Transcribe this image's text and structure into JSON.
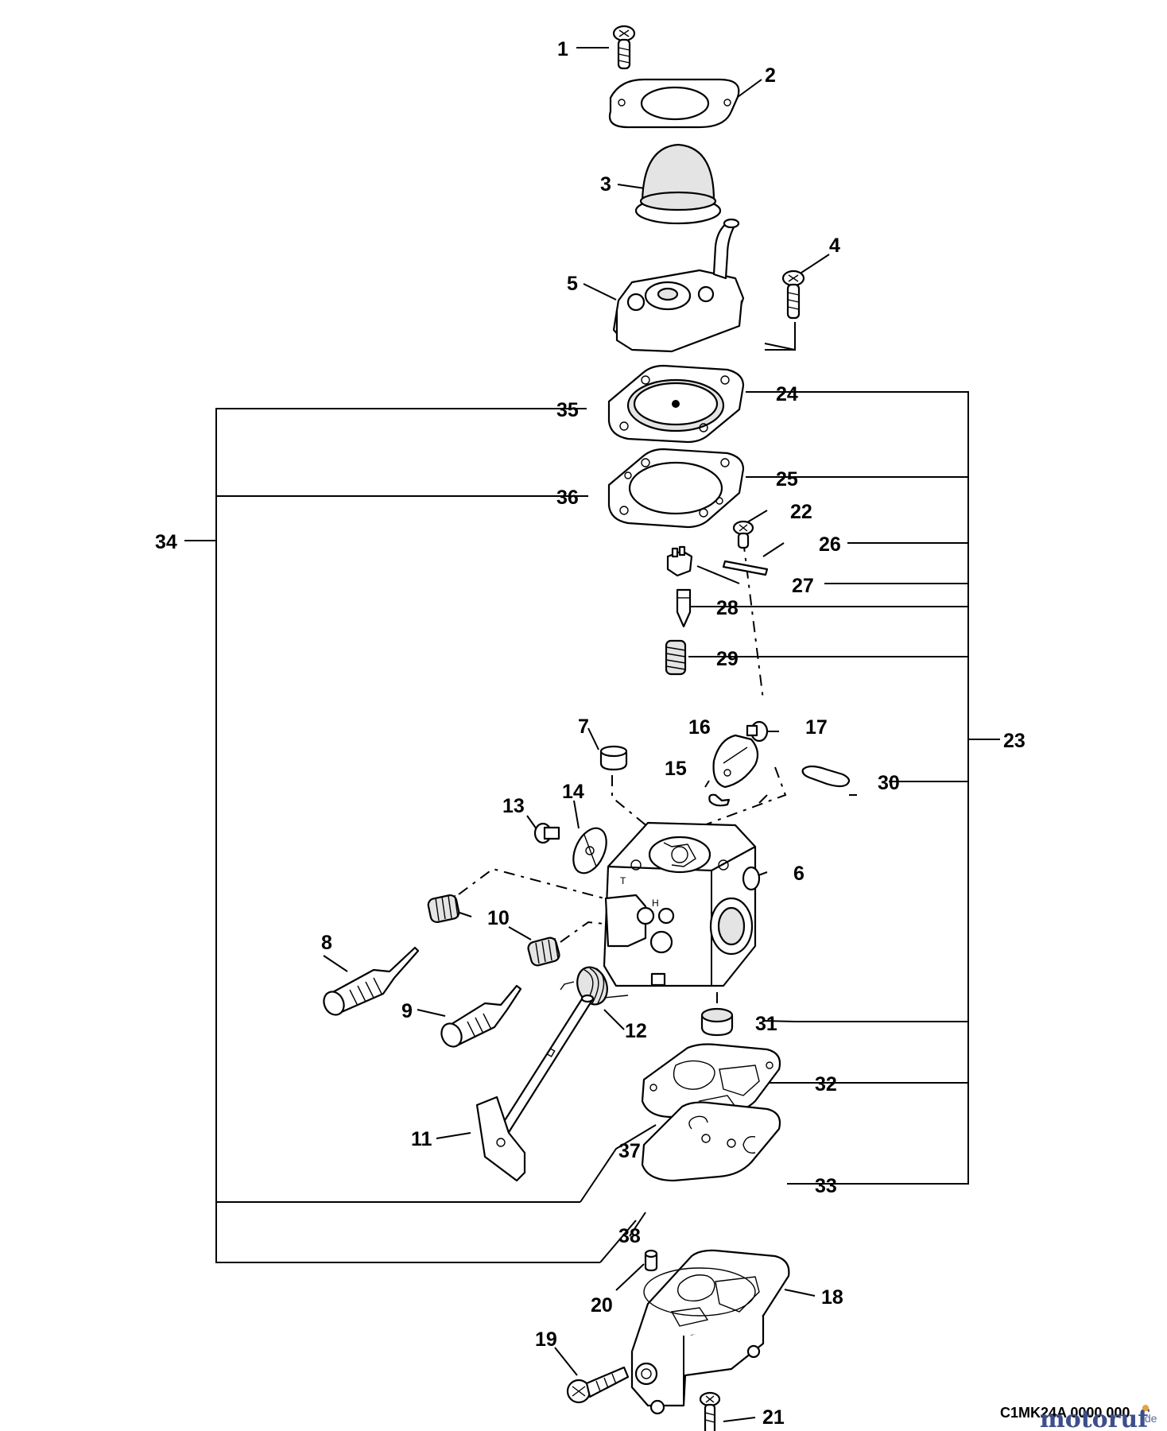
{
  "diagram_code": "C1MK24A 0000 000",
  "watermark": {
    "text": "motoruf",
    "suffix": ".de",
    "color": "#3d4e8c",
    "accent": "#e8a23b"
  },
  "labels": {
    "p1": "1",
    "p2": "2",
    "p3": "3",
    "p4": "4",
    "p5": "5",
    "p6": "6",
    "p7": "7",
    "p8": "8",
    "p9": "9",
    "p10": "10",
    "p11": "11",
    "p12": "12",
    "p13": "13",
    "p14": "14",
    "p15": "15",
    "p16": "16",
    "p17": "17",
    "p18": "18",
    "p19": "19",
    "p20": "20",
    "p21": "21",
    "p22": "22",
    "p23": "23",
    "p24": "24",
    "p25": "25",
    "p26": "26",
    "p27": "27",
    "p28": "28",
    "p29": "29",
    "p30": "30",
    "p31": "31",
    "p32": "32",
    "p33": "33",
    "p34": "34",
    "p35": "35",
    "p36": "36",
    "p37": "37",
    "p38": "38"
  }
}
